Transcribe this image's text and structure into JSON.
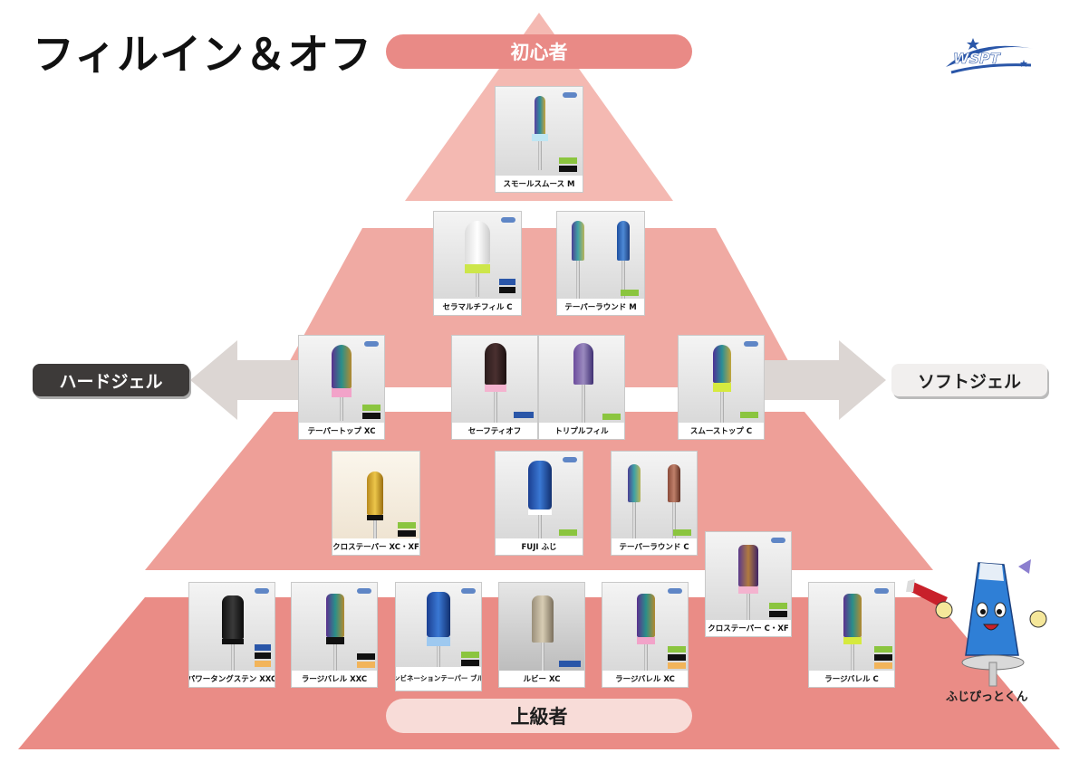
{
  "title": "フィルイン＆オフ",
  "level_top": "初心者",
  "level_bottom": "上級者",
  "hard_label": "ハードジェル",
  "soft_label": "ソフトジェル",
  "logo_text": "WSPT",
  "mascot_name": "ふじぴっとくん",
  "colors": {
    "pyramid_light": "#f4b9b2",
    "pyramid_mid": "#ee9f98",
    "pyramid_dark": "#ea8c86",
    "pill_top": "#e98a86",
    "pill_bottom": "#f8dcd8",
    "arrow": "#dcd6d3",
    "brand_blue": "#2a56a8"
  },
  "products": [
    {
      "name": "スモールスムース M"
    },
    {
      "name": "セラマルチフィル C"
    },
    {
      "name": "テーパーラウンド M"
    },
    {
      "name": "テーパートップ XC"
    },
    {
      "name": "セーフティオフ"
    },
    {
      "name": "トリプルフィル"
    },
    {
      "name": "スムーストップ C"
    },
    {
      "name": "クロステーパー XC・XF"
    },
    {
      "name": "FUJI ふじ"
    },
    {
      "name": "テーパーラウンド C"
    },
    {
      "name": "クロステーパー C・XF"
    },
    {
      "name": "パワータングステン XXC"
    },
    {
      "name": "ラージバレル XXC"
    },
    {
      "name": "コンビネーションテーパー ブルー"
    },
    {
      "name": "ルビー XC"
    },
    {
      "name": "ラージバレル XC"
    },
    {
      "name": "ラージバレル C"
    }
  ]
}
